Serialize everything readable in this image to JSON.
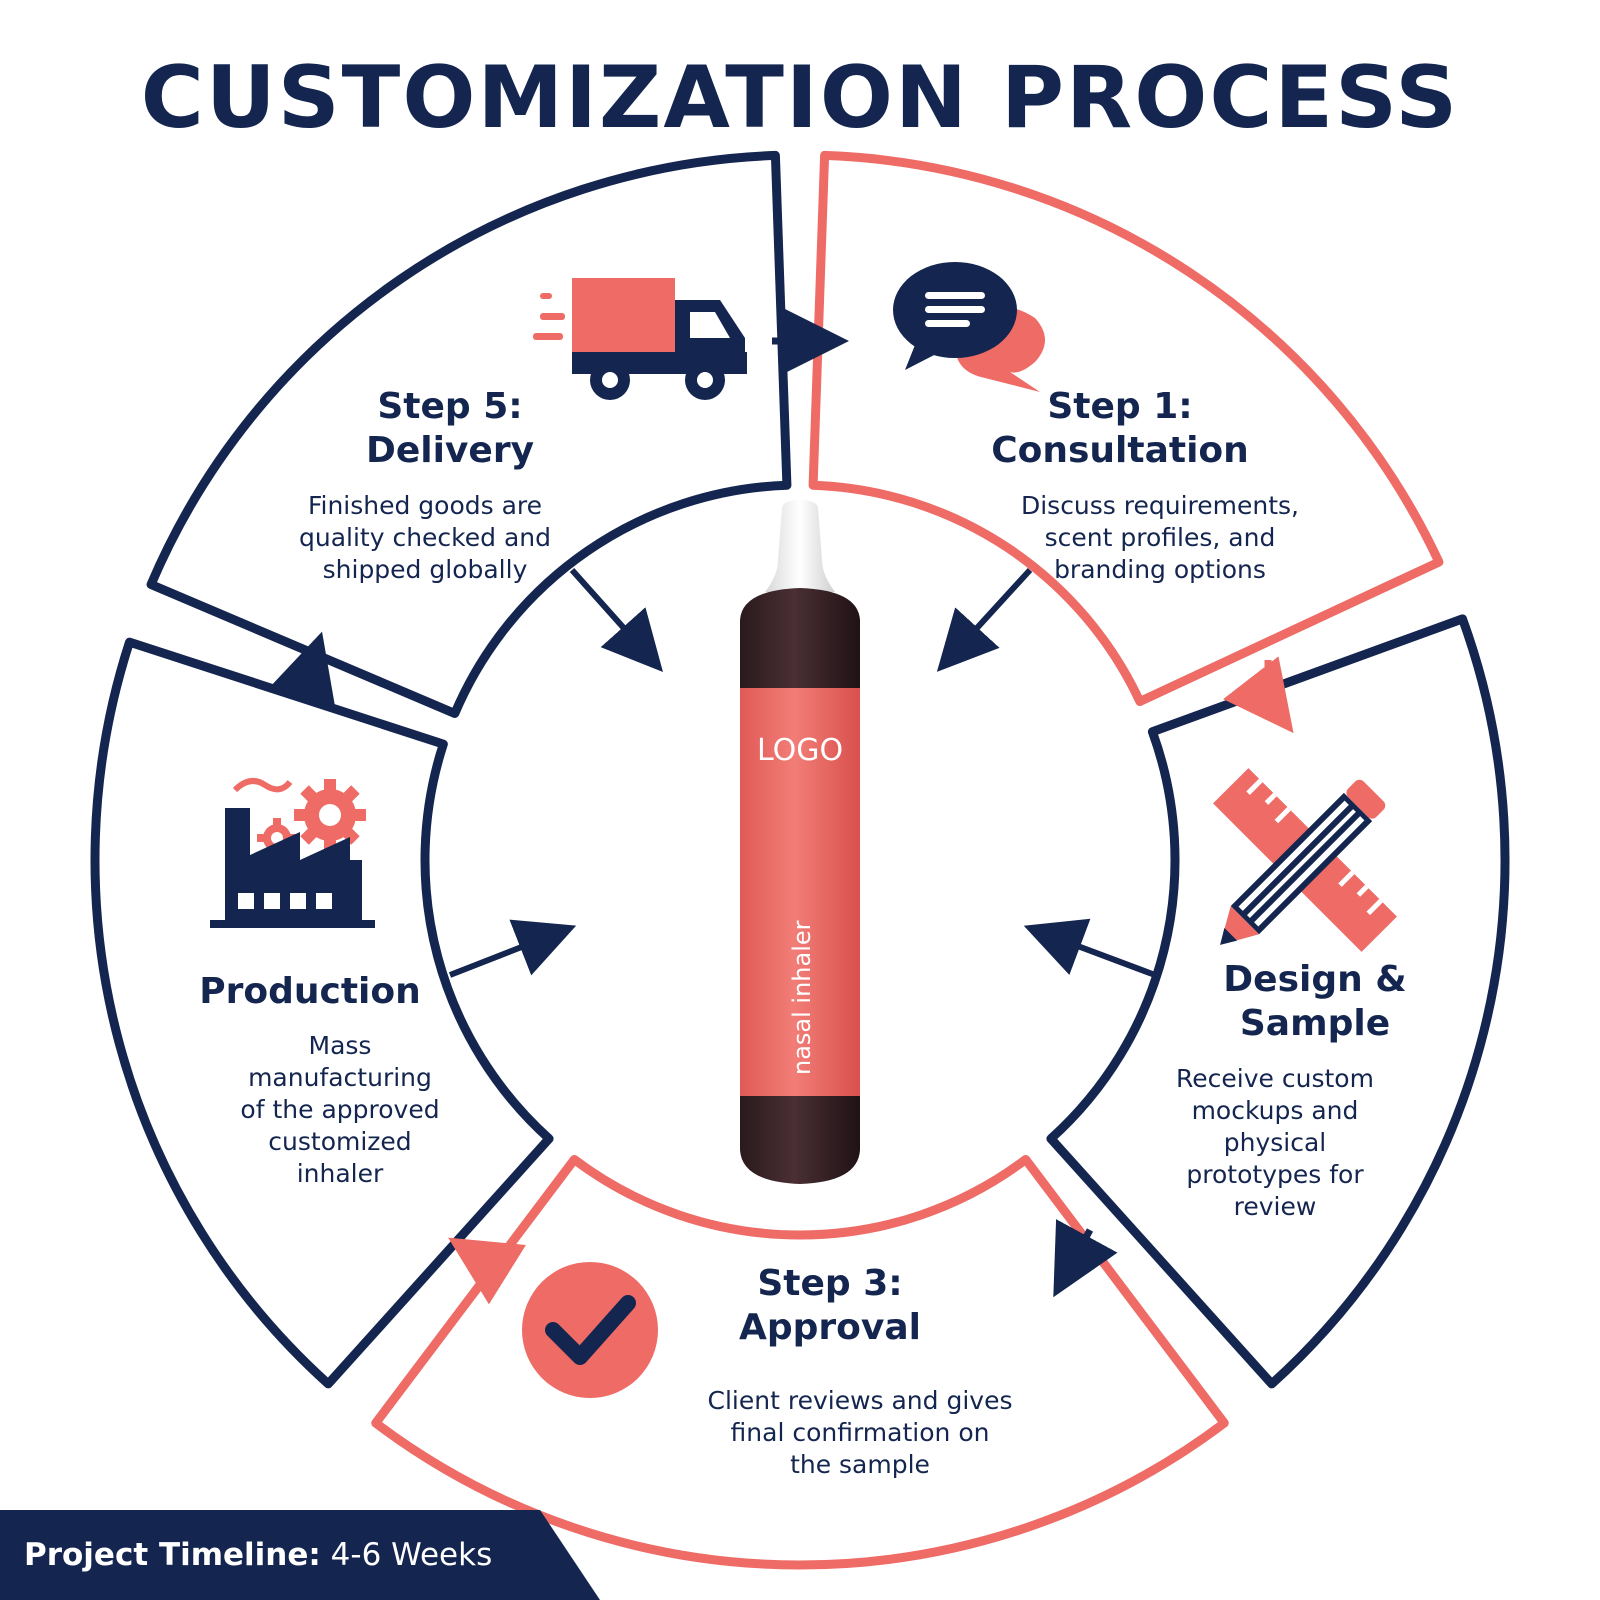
{
  "title": "CUSTOMIZATION PROCESS",
  "colors": {
    "navy": "#14264f",
    "coral": "#ee6b66",
    "coral_light": "#f6a29c",
    "white": "#ffffff"
  },
  "steps": [
    {
      "id": "consultation",
      "heading_line1": "Step 1:",
      "heading_line2": "Consultation",
      "description": [
        "Discuss requirements,",
        "scent profiles, and",
        "branding options"
      ],
      "icon": "chat-bubbles-icon",
      "accent": "coral"
    },
    {
      "id": "design",
      "heading_line1": "Design &",
      "heading_line2": "Sample",
      "description": [
        "Receive custom",
        "mockups and",
        "physical",
        "prototypes for",
        "review"
      ],
      "icon": "pencil-ruler-icon",
      "accent": "navy"
    },
    {
      "id": "approval",
      "heading_line1": "Step 3:",
      "heading_line2": "Approval",
      "description": [
        "Client reviews and gives",
        "final confirmation on",
        "the sample"
      ],
      "icon": "checkmark-icon",
      "accent": "coral"
    },
    {
      "id": "production",
      "heading_line1": "",
      "heading_line2": "Production",
      "description": [
        "Mass",
        "manufacturing",
        "of the approved",
        "customized",
        "inhaler"
      ],
      "icon": "factory-icon",
      "accent": "navy"
    },
    {
      "id": "delivery",
      "heading_line1": "Step 5:",
      "heading_line2": "Delivery",
      "description": [
        "Finished goods are",
        "quality checked and",
        "shipped globally"
      ],
      "icon": "delivery-truck-icon",
      "accent": "navy"
    }
  ],
  "product": {
    "logo_text": "LOGO",
    "label": "nasal inhaler"
  },
  "timeline": {
    "label": "Project Timeline:",
    "value": "4-6 Weeks"
  }
}
